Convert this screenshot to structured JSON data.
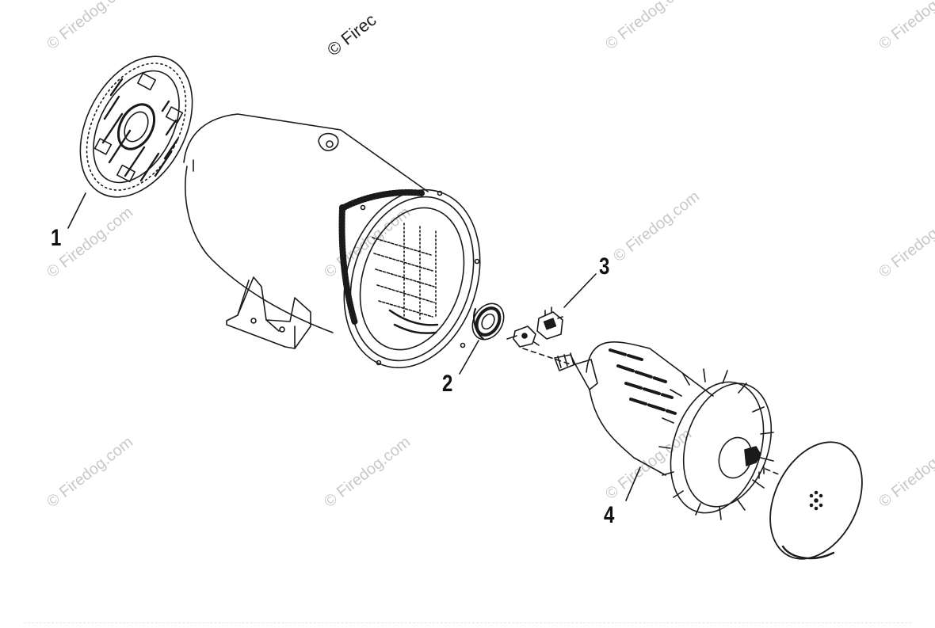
{
  "watermark": {
    "text": "© Firedog.com",
    "text_dark": "© Firec"
  },
  "callouts": {
    "c1": "1",
    "c2": "2",
    "c3": "3",
    "c4": "4"
  },
  "colors": {
    "line": "#1a1a1a",
    "watermark": "#c8c8c8",
    "background": "#ffffff"
  }
}
